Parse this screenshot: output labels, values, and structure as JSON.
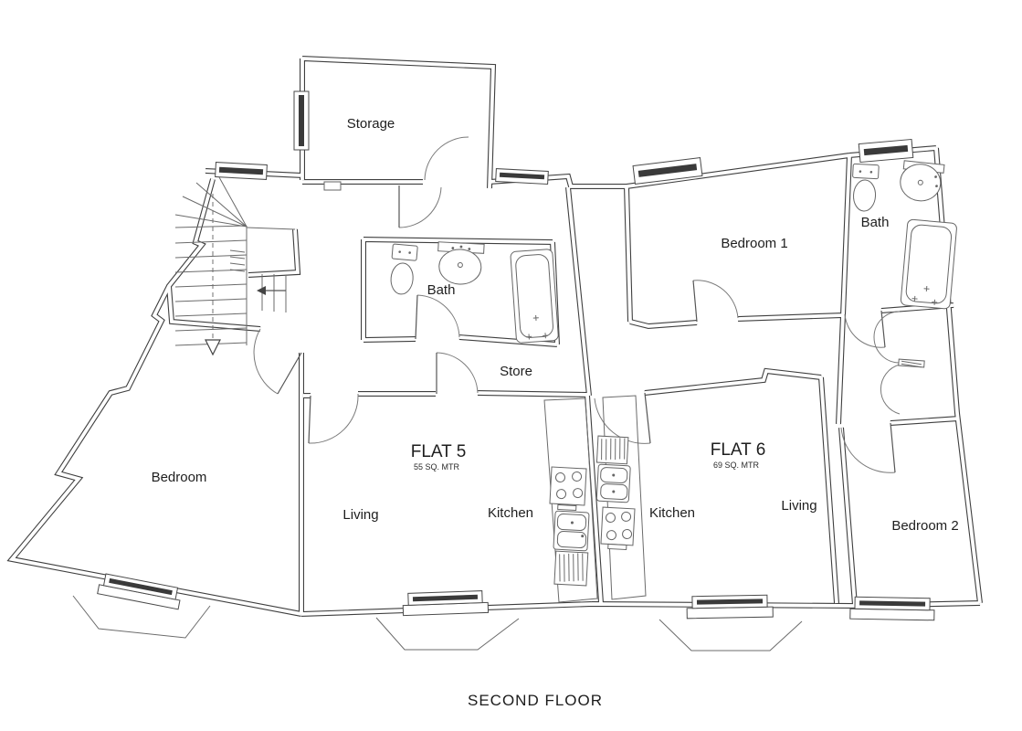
{
  "drawing": {
    "title": "SECOND FLOOR",
    "labels": {
      "storage": "Storage",
      "bath_left": "Bath",
      "bedroom1": "Bedroom 1",
      "bath_right": "Bath",
      "store": "Store",
      "bedroom_left": "Bedroom",
      "bedroom2": "Bedroom 2",
      "flat5_name": "FLAT 5",
      "flat5_area": "55 SQ. MTR",
      "flat5_living": "Living",
      "flat5_kitchen": "Kitchen",
      "flat6_name": "FLAT 6",
      "flat6_area": "69 SQ. MTR",
      "flat6_kitchen": "Kitchen",
      "flat6_living": "Living"
    },
    "colors": {
      "wall": "#3f3f3f",
      "line": "#6b6b6b",
      "text": "#1e1e1e",
      "background": "#ffffff"
    }
  }
}
